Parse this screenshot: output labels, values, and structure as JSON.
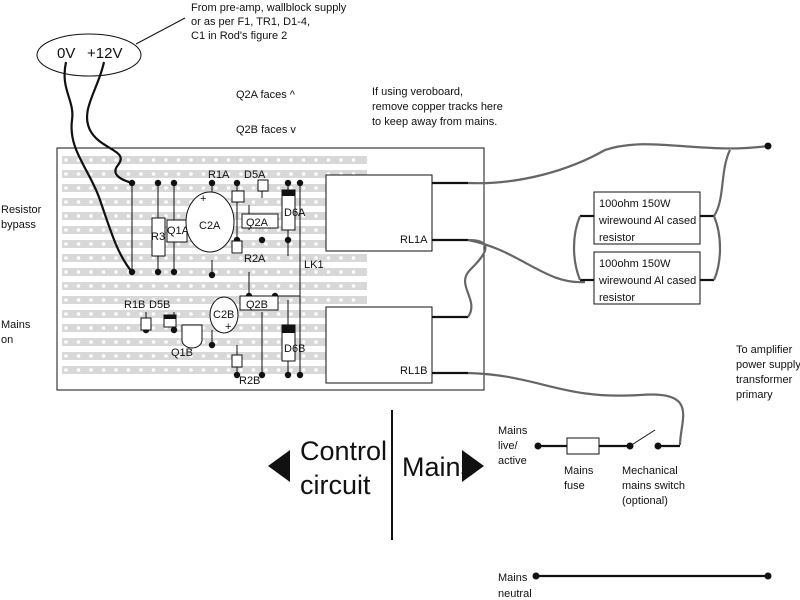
{
  "supply": {
    "terminals": [
      "0V",
      "+12V"
    ],
    "source_note": [
      "From pre-amp, wallblock supply",
      "or as per F1, TR1, D1-4,",
      "C1 in Rod's figure 2"
    ]
  },
  "orientation_notes": [
    "Q2A faces ^",
    "Q2B faces v"
  ],
  "veroboard_note": [
    "If using veroboard,",
    "remove copper tracks here",
    "to keep away from mains."
  ],
  "side_labels": {
    "resistor_bypass": [
      "Resistor",
      "bypass"
    ],
    "mains_on": [
      "Mains",
      "on"
    ]
  },
  "components": {
    "r1a": "R1A",
    "d5a": "D5A",
    "r3": "R3",
    "q1a": "Q1A",
    "c2a": "C2A",
    "q2a": "Q2A",
    "d6a": "D6A",
    "r2a": "R2A",
    "lk1": "LK1",
    "r1b": "R1B",
    "d5b": "D5B",
    "c2b": "C2B",
    "q2b": "Q2B",
    "q1b": "Q1B",
    "d6b": "D6B",
    "r2b": "R2B",
    "rl1a": "RL1A",
    "rl1b": "RL1B",
    "plus": "+"
  },
  "resistors": [
    [
      "100ohm 150W",
      "wirewound Al cased",
      "resistor"
    ],
    [
      "100ohm 150W",
      "wirewound Al cased",
      "resistor"
    ]
  ],
  "amp_note": [
    "To amplifier",
    "power supply",
    "transformer",
    "primary"
  ],
  "sections": {
    "control": [
      "Control",
      "circuit"
    ],
    "mains": "Mains"
  },
  "mains_labels": {
    "live": [
      "Mains",
      "live/",
      "active"
    ],
    "fuse": [
      "Mains",
      "fuse"
    ],
    "switch": [
      "Mechanical",
      "mains switch",
      "(optional)"
    ],
    "neutral": [
      "Mains",
      "neutral"
    ]
  }
}
